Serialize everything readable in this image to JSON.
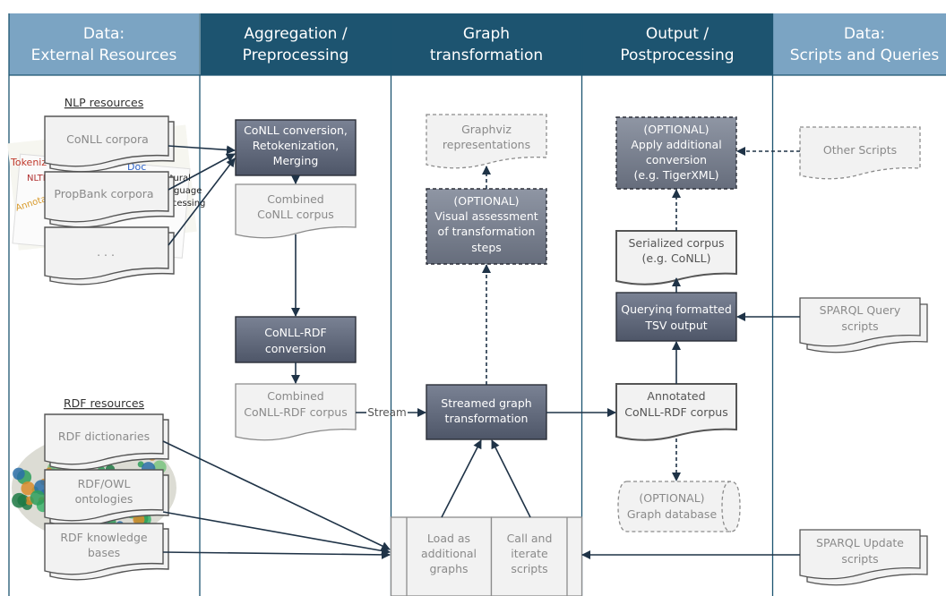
{
  "columns": [
    {
      "title": [
        "Data:",
        "External Resources"
      ],
      "color": "#7ba4c3"
    },
    {
      "title": [
        "Aggregation /",
        "Preprocessing"
      ],
      "color": "#1d5470"
    },
    {
      "title": [
        "Graph",
        "transformation"
      ],
      "color": "#1d5470"
    },
    {
      "title": [
        "Output /",
        "Postprocessing"
      ],
      "color": "#1d5470"
    },
    {
      "title": [
        "Data:",
        "Scripts and Queries"
      ],
      "color": "#7ba4c3"
    }
  ],
  "external": {
    "nlp_title": "NLP resources",
    "conll_corpora": "CoNLL corpora",
    "propbank_corpora": "PropBank corpora",
    "ellipsis": ". . .",
    "rdf_title": "RDF resources",
    "rdf_dictionaries": "RDF dictionaries",
    "rdf_owl": [
      "RDF/OWL",
      "ontologies"
    ],
    "rdf_kb": [
      "RDF knowledge",
      "bases"
    ],
    "collage_words": [
      "Tokeniz",
      "Doc",
      "NLTK",
      "Natural",
      "Language",
      "Processing",
      "Annota"
    ]
  },
  "aggregation": {
    "conll_conversion": [
      "CoNLL conversion,",
      "Retokenization,",
      "Merging"
    ],
    "combined_conll": [
      "Combined",
      "CoNLL corpus"
    ],
    "conll_rdf_conversion": [
      "CoNLL-RDF",
      "conversion"
    ],
    "combined_conll_rdf": [
      "Combined",
      "CoNLL-RDF corpus"
    ],
    "stream_label": "Stream"
  },
  "graph": {
    "graphviz": [
      "Graphviz",
      "representations"
    ],
    "visual_assessment": [
      "(OPTIONAL)",
      "Visual assessment",
      "of transformation",
      "steps"
    ],
    "streamed": [
      "Streamed graph",
      "transformation"
    ],
    "load_graphs": [
      "Load as",
      "additional",
      "graphs"
    ],
    "call_scripts": [
      "Call and",
      "iterate",
      "scripts"
    ]
  },
  "output": {
    "apply_conversion": [
      "(OPTIONAL)",
      "Apply additional",
      "conversion",
      "(e.g. TigerXML)"
    ],
    "serialized": [
      "Serialized corpus",
      "(e.g. CoNLL)"
    ],
    "querying": [
      "Queryinq formatted",
      "TSV output"
    ],
    "annotated": [
      "Annotated",
      "CoNLL-RDF corpus"
    ],
    "graph_db": [
      "(OPTIONAL)",
      "Graph database"
    ]
  },
  "scripts": {
    "other": "Other Scripts",
    "sparql_query": [
      "SPARQL Query",
      "scripts"
    ],
    "sparql_update": [
      "SPARQL Update",
      "scripts"
    ]
  },
  "colors": {
    "process_fill": "#5f6778",
    "optional_fill": "#7d8493",
    "doc_fill": "#f2f2f2",
    "doc_stroke": "#8c8c8c",
    "arrow": "#1f3347",
    "header_dark": "#1d5470",
    "header_light": "#7ba4c3"
  }
}
